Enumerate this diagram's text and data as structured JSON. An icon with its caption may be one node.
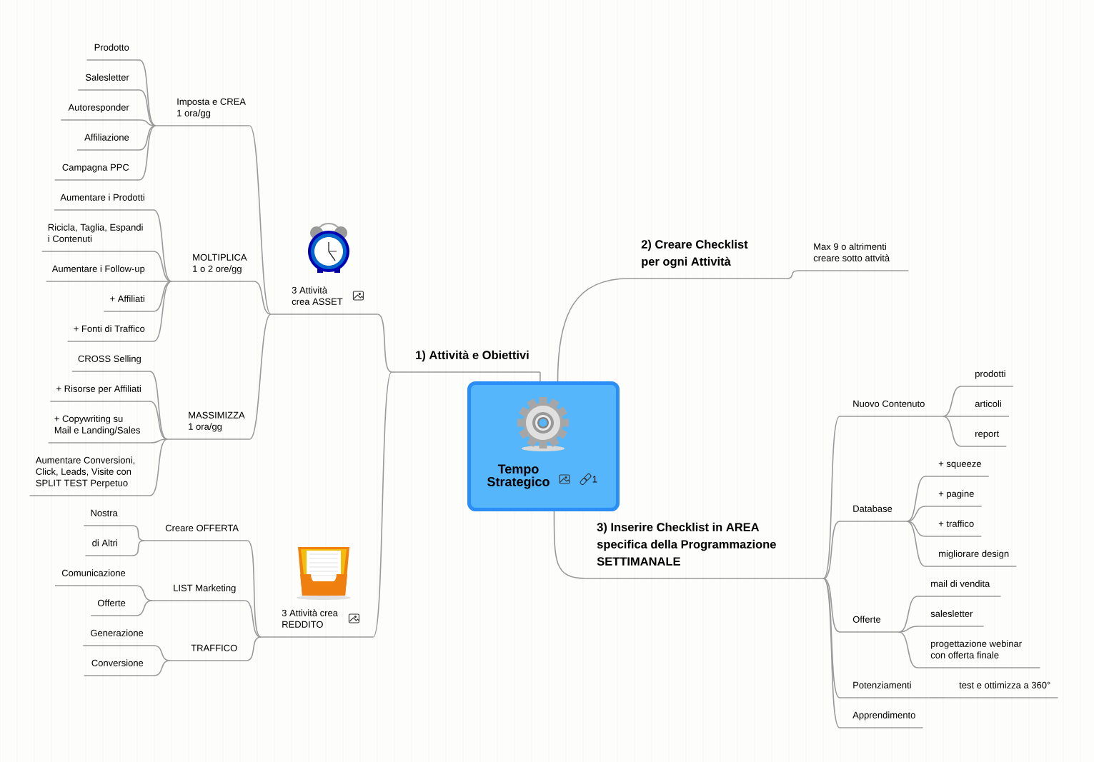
{
  "diagram": {
    "nodes": [
      {
        "text": [
          "Tempo Strategico",
          "1"
        ]
      },
      {
        "text": [
          "1) Attività e Obiettivi"
        ]
      },
      {
        "text": [
          "3 Attività crea ASSET"
        ]
      },
      {
        "text": [
          "Imposta e CREA 1 ora/gg"
        ]
      },
      {
        "text": [
          "Prodotto"
        ]
      },
      {
        "text": [
          "Salesletter"
        ]
      },
      {
        "text": [
          "Autoresponder"
        ]
      },
      {
        "text": [
          "Affiliazione"
        ]
      },
      {
        "text": [
          "Campagna PPC"
        ]
      },
      {
        "text": [
          "MOLTIPLICA 1 o 2 ore/gg"
        ]
      },
      {
        "text": [
          "Aumentare i Prodotti"
        ]
      },
      {
        "text": [
          "Ricicla, Taglia, Espandi i Contenuti"
        ]
      },
      {
        "text": [
          "Aumentare i Follow-up"
        ]
      },
      {
        "text": [
          "+ Affiliati"
        ]
      },
      {
        "text": [
          "+ Fonti di Traffico"
        ]
      },
      {
        "text": [
          "MASSIMIZZA 1 ora/gg"
        ]
      },
      {
        "text": [
          "CROSS Selling"
        ]
      },
      {
        "text": [
          "+ Risorse per Affiliati"
        ]
      },
      {
        "text": [
          "+ Copywriting su Mail e Landing/Sales"
        ]
      },
      {
        "text": [
          "Aumentare Conversioni, Click, Leads, Visite con SPLIT TEST Perpetuo"
        ]
      },
      {
        "text": [
          "3 Attività crea REDDITO"
        ]
      },
      {
        "text": [
          "Creare OFFERTA"
        ]
      },
      {
        "text": [
          "Nostra"
        ]
      },
      {
        "text": [
          "di Altri"
        ]
      },
      {
        "text": [
          "LIST Marketing"
        ]
      },
      {
        "text": [
          "Comunicazione"
        ]
      },
      {
        "text": [
          "Offerte"
        ]
      },
      {
        "text": [
          "TRAFFICO"
        ]
      },
      {
        "text": [
          "Generazione"
        ]
      },
      {
        "text": [
          "Conversione"
        ]
      },
      {
        "text": [
          "2) Creare Checklist per ogni Attività"
        ]
      },
      {
        "text": [
          "Max 9 o altrimenti creare sotto attvità"
        ]
      },
      {
        "text": [
          "3) Inserire Checklist in AREA specifica della Programmazione SETTIMANALE"
        ]
      },
      {
        "text": [
          "Nuovo Contenuto"
        ]
      },
      {
        "text": [
          "prodotti"
        ]
      },
      {
        "text": [
          "articoli"
        ]
      },
      {
        "text": [
          "report"
        ]
      },
      {
        "text": [
          "Database"
        ]
      },
      {
        "text": [
          "+ squeeze"
        ]
      },
      {
        "text": [
          "+ pagine"
        ]
      },
      {
        "text": [
          "+ traffico"
        ]
      },
      {
        "text": [
          "migliorare design"
        ]
      },
      {
        "text": [
          "Offerte"
        ]
      },
      {
        "text": [
          "mail di vendita"
        ]
      },
      {
        "text": [
          "salesletter"
        ]
      },
      {
        "text": [
          "progettazione webinar con offerta finale"
        ]
      },
      {
        "text": [
          "Potenziamenti"
        ]
      },
      {
        "text": [
          "test e ottimizza a 360°"
        ]
      },
      {
        "text": [
          "Apprendimento"
        ]
      }
    ],
    "edges": [
      {
        "from": 0,
        "to": 1,
        "arrow": "none"
      },
      {
        "from": 1,
        "to": 2,
        "arrow": "none"
      },
      {
        "from": 2,
        "to": 3,
        "arrow": "none"
      },
      {
        "from": 3,
        "to": 4,
        "arrow": "none"
      },
      {
        "from": 3,
        "to": 5,
        "arrow": "none"
      },
      {
        "from": 3,
        "to": 6,
        "arrow": "none"
      },
      {
        "from": 3,
        "to": 7,
        "arrow": "none"
      },
      {
        "from": 3,
        "to": 8,
        "arrow": "none"
      },
      {
        "from": 2,
        "to": 9,
        "arrow": "none"
      },
      {
        "from": 9,
        "to": 10,
        "arrow": "none"
      },
      {
        "from": 9,
        "to": 11,
        "arrow": "none"
      },
      {
        "from": 9,
        "to": 12,
        "arrow": "none"
      },
      {
        "from": 9,
        "to": 13,
        "arrow": "none"
      },
      {
        "from": 9,
        "to": 14,
        "arrow": "none"
      },
      {
        "from": 2,
        "to": 15,
        "arrow": "none"
      },
      {
        "from": 15,
        "to": 16,
        "arrow": "none"
      },
      {
        "from": 15,
        "to": 17,
        "arrow": "none"
      },
      {
        "from": 15,
        "to": 18,
        "arrow": "none"
      },
      {
        "from": 15,
        "to": 19,
        "arrow": "none"
      },
      {
        "from": 1,
        "to": 20,
        "arrow": "none"
      },
      {
        "from": 20,
        "to": 21,
        "arrow": "none"
      },
      {
        "from": 21,
        "to": 22,
        "arrow": "none"
      },
      {
        "from": 21,
        "to": 23,
        "arrow": "none"
      },
      {
        "from": 20,
        "to": 24,
        "arrow": "none"
      },
      {
        "from": 24,
        "to": 25,
        "arrow": "none"
      },
      {
        "from": 24,
        "to": 26,
        "arrow": "none"
      },
      {
        "from": 20,
        "to": 27,
        "arrow": "none"
      },
      {
        "from": 27,
        "to": 28,
        "arrow": "none"
      },
      {
        "from": 27,
        "to": 29,
        "arrow": "none"
      },
      {
        "from": 0,
        "to": 30,
        "arrow": "none"
      },
      {
        "from": 30,
        "to": 31,
        "arrow": "none"
      },
      {
        "from": 0,
        "to": 32,
        "arrow": "none"
      },
      {
        "from": 32,
        "to": 33,
        "arrow": "none"
      },
      {
        "from": 33,
        "to": 34,
        "arrow": "none"
      },
      {
        "from": 33,
        "to": 35,
        "arrow": "none"
      },
      {
        "from": 33,
        "to": 36,
        "arrow": "none"
      },
      {
        "from": 32,
        "to": 37,
        "arrow": "none"
      },
      {
        "from": 37,
        "to": 38,
        "arrow": "none"
      },
      {
        "from": 37,
        "to": 39,
        "arrow": "none"
      },
      {
        "from": 37,
        "to": 40,
        "arrow": "none"
      },
      {
        "from": 37,
        "to": 41,
        "arrow": "none"
      },
      {
        "from": 32,
        "to": 42,
        "arrow": "none"
      },
      {
        "from": 42,
        "to": 43,
        "arrow": "none"
      },
      {
        "from": 42,
        "to": 44,
        "arrow": "none"
      },
      {
        "from": 42,
        "to": 45,
        "arrow": "none"
      },
      {
        "from": 32,
        "to": 46,
        "arrow": "none"
      },
      {
        "from": 46,
        "to": 47,
        "arrow": "none"
      },
      {
        "from": 32,
        "to": 48,
        "arrow": "none"
      }
    ]
  }
}
